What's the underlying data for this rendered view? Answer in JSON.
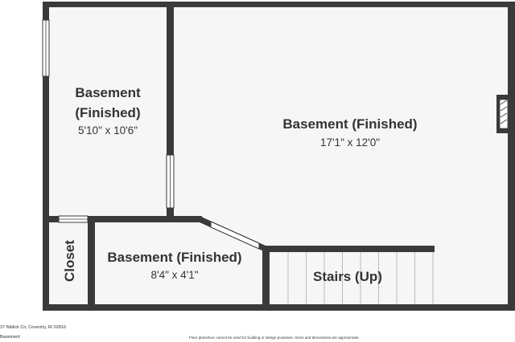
{
  "colors": {
    "wall": "#3a3a3a",
    "floor": "#f6f6f6",
    "text": "#333333",
    "window": "#ffffff",
    "stair_line": "#bcbcbc"
  },
  "rooms": [
    {
      "id": "basement-left",
      "name_line1": "Basement",
      "name_line2": "(Finished)",
      "dims": "5'10\" x 10'6\""
    },
    {
      "id": "basement-main",
      "name": "Basement (Finished)",
      "dims": "17'1\" x 12'0\""
    },
    {
      "id": "basement-small",
      "name": "Basement (Finished)",
      "dims": "8'4\" x 4'1\""
    },
    {
      "id": "closet",
      "name": "Closet"
    },
    {
      "id": "stairs",
      "name": "Stairs (Up)"
    }
  ],
  "footer": {
    "address": "37 Niblick Cir, Coventry, RI 02816",
    "level": "Basement",
    "disclaimer": "Floor plans/tour cannot be used for building or design purposes. Sizes and dimensions are approximate."
  }
}
